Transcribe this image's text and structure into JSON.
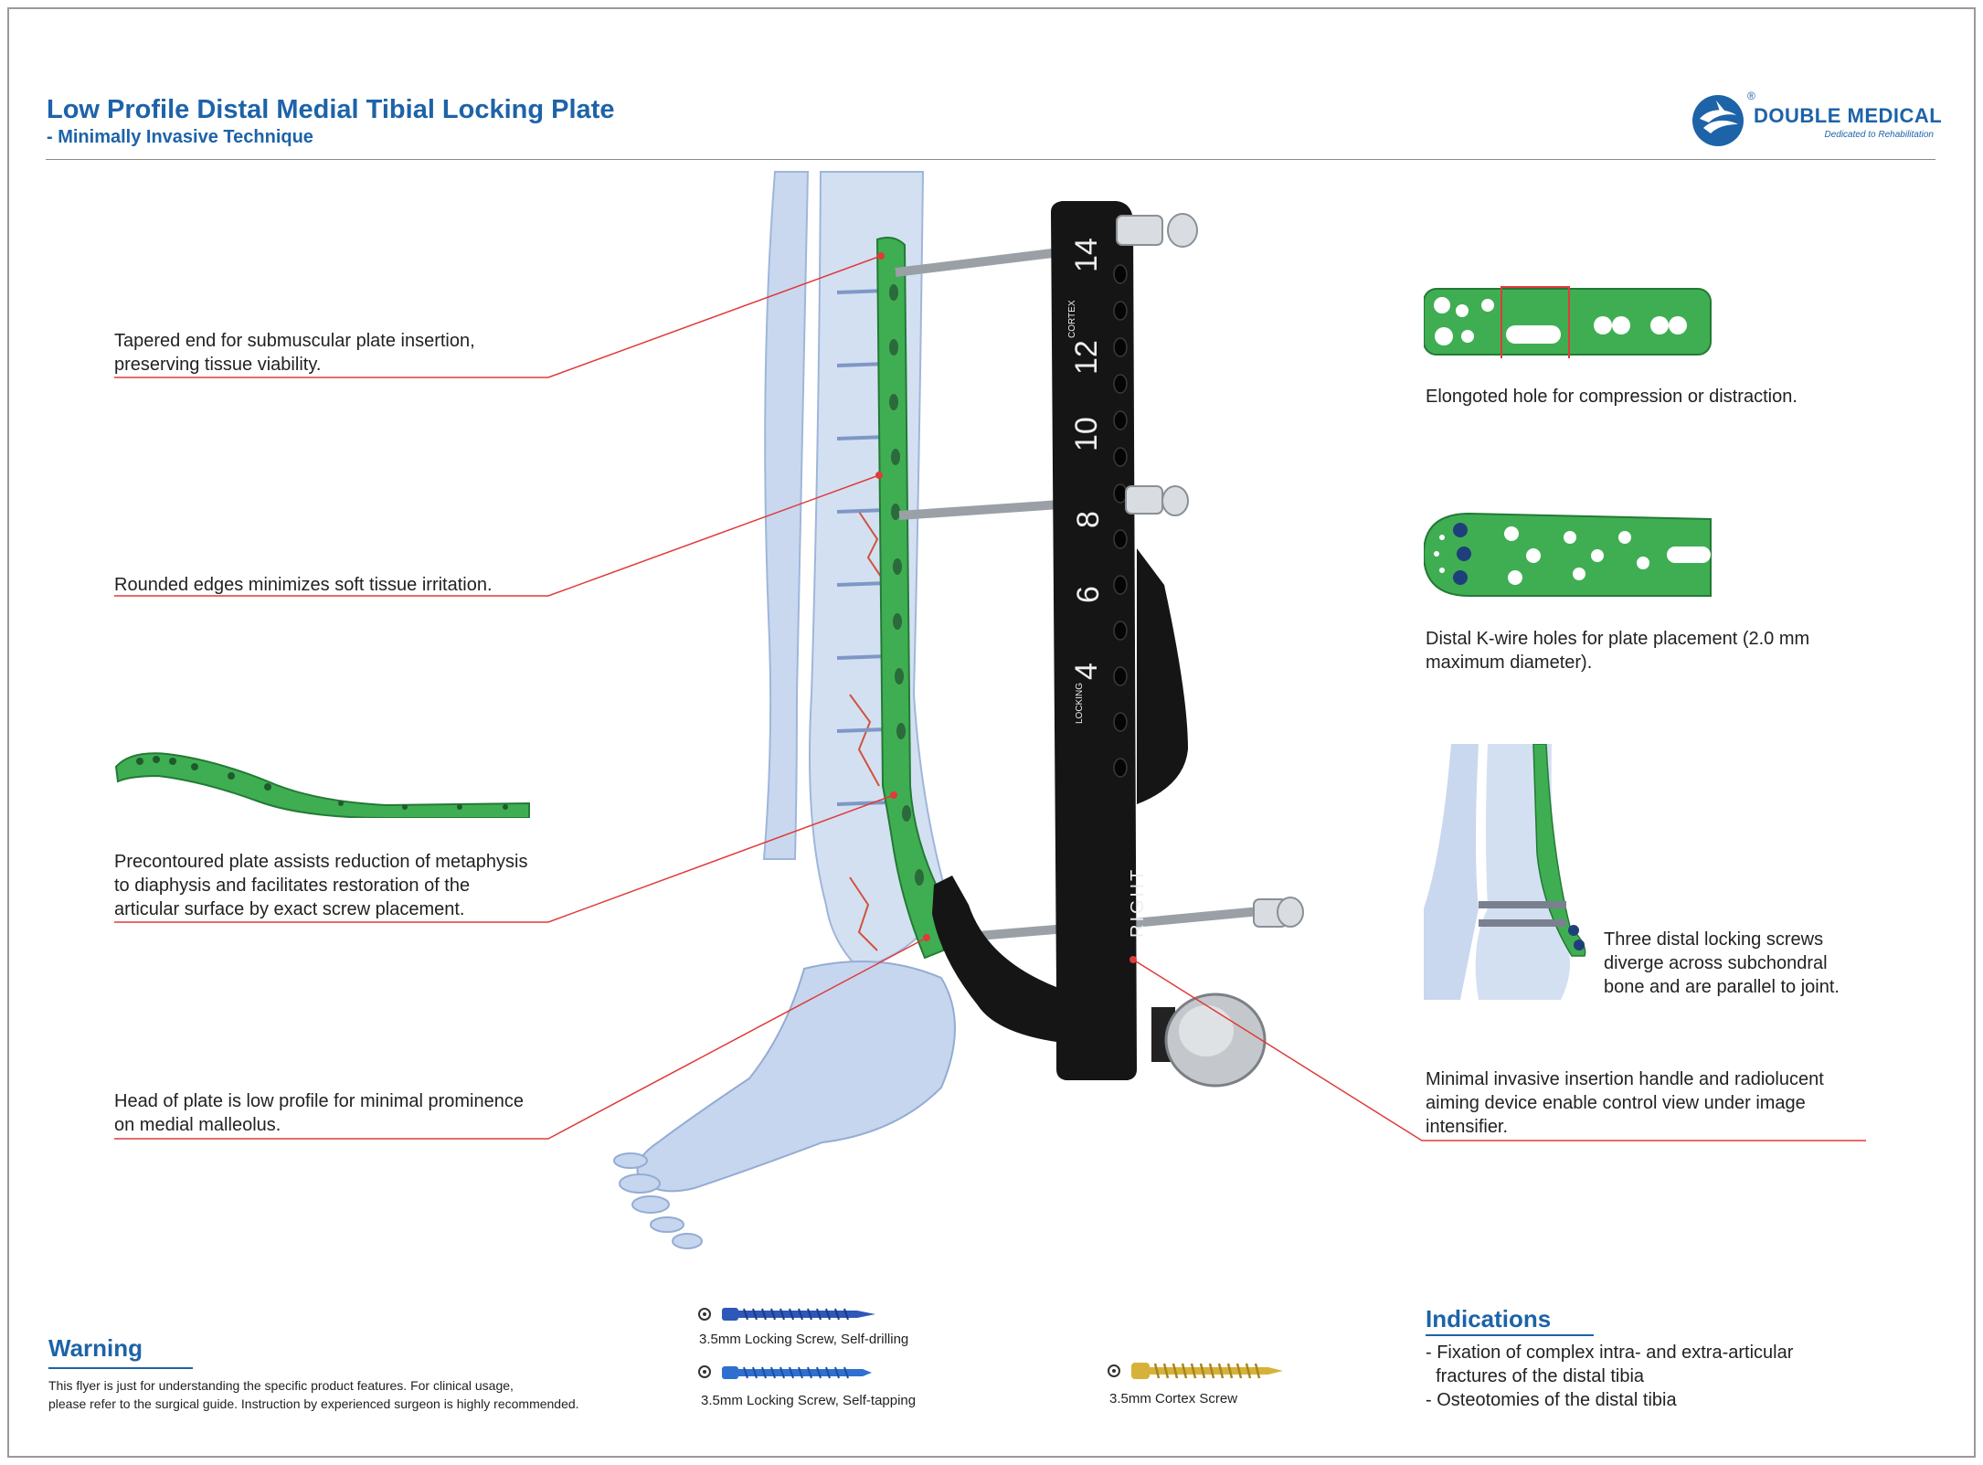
{
  "header": {
    "title": "Low Profile Distal Medial Tibial Locking Plate",
    "subtitle": "- Minimally Invasive Technique"
  },
  "logo": {
    "name": "DOUBLE MEDICAL",
    "tagline": "Dedicated to Rehabilitation",
    "registered": "®",
    "icon": "double-medical-globe-icon"
  },
  "callouts_left": [
    "Tapered end for submuscular plate insertion,\npreserving tissue viability.",
    "Rounded edges minimizes soft tissue irritation.",
    "Precontoured plate assists reduction of metaphysis\nto diaphysis and facilitates restoration of the\narticular surface by exact screw placement.",
    "Head of plate is low profile for minimal prominence\non medial malleolus."
  ],
  "callouts_right": [
    "Elongoted hole for compression or distraction.",
    "Distal K-wire holes for plate placement (2.0 mm\nmaximum diameter).",
    "Three distal locking screws\ndiverge across subchondral\nbone and are parallel to joint.",
    "Minimal invasive insertion handle and radiolucent\naiming device enable control view under image\nintensifier."
  ],
  "guide_markings": {
    "numbers": [
      "14",
      "12",
      "10",
      "8",
      "6",
      "4"
    ],
    "cortex": "CORTEX",
    "locking": "LOCKING",
    "side": "RIGHT"
  },
  "warning": {
    "title": "Warning",
    "text": "This flyer is just for understanding the specific product features. For clinical usage,\nplease refer to the surgical guide. Instruction by experienced surgeon is highly recommended."
  },
  "screws": [
    {
      "label": "3.5mm Locking Screw, Self-drilling",
      "color": "#2d57b8"
    },
    {
      "label": "3.5mm Locking Screw, Self-tapping",
      "color": "#2f6fd0"
    },
    {
      "label": "3.5mm Cortex Screw",
      "color": "#d7b23a"
    }
  ],
  "indications": {
    "title": "Indications",
    "items": "- Fixation of complex intra- and extra-articular\n  fractures of the distal tibia\n- Osteotomies of the distal tibia"
  },
  "colors": {
    "brand_blue": "#1d63a8",
    "plate_green": "#3fae52",
    "leader_red": "#e03a3a",
    "guide_black": "#151515",
    "bone_blue": "#b9cde8"
  }
}
